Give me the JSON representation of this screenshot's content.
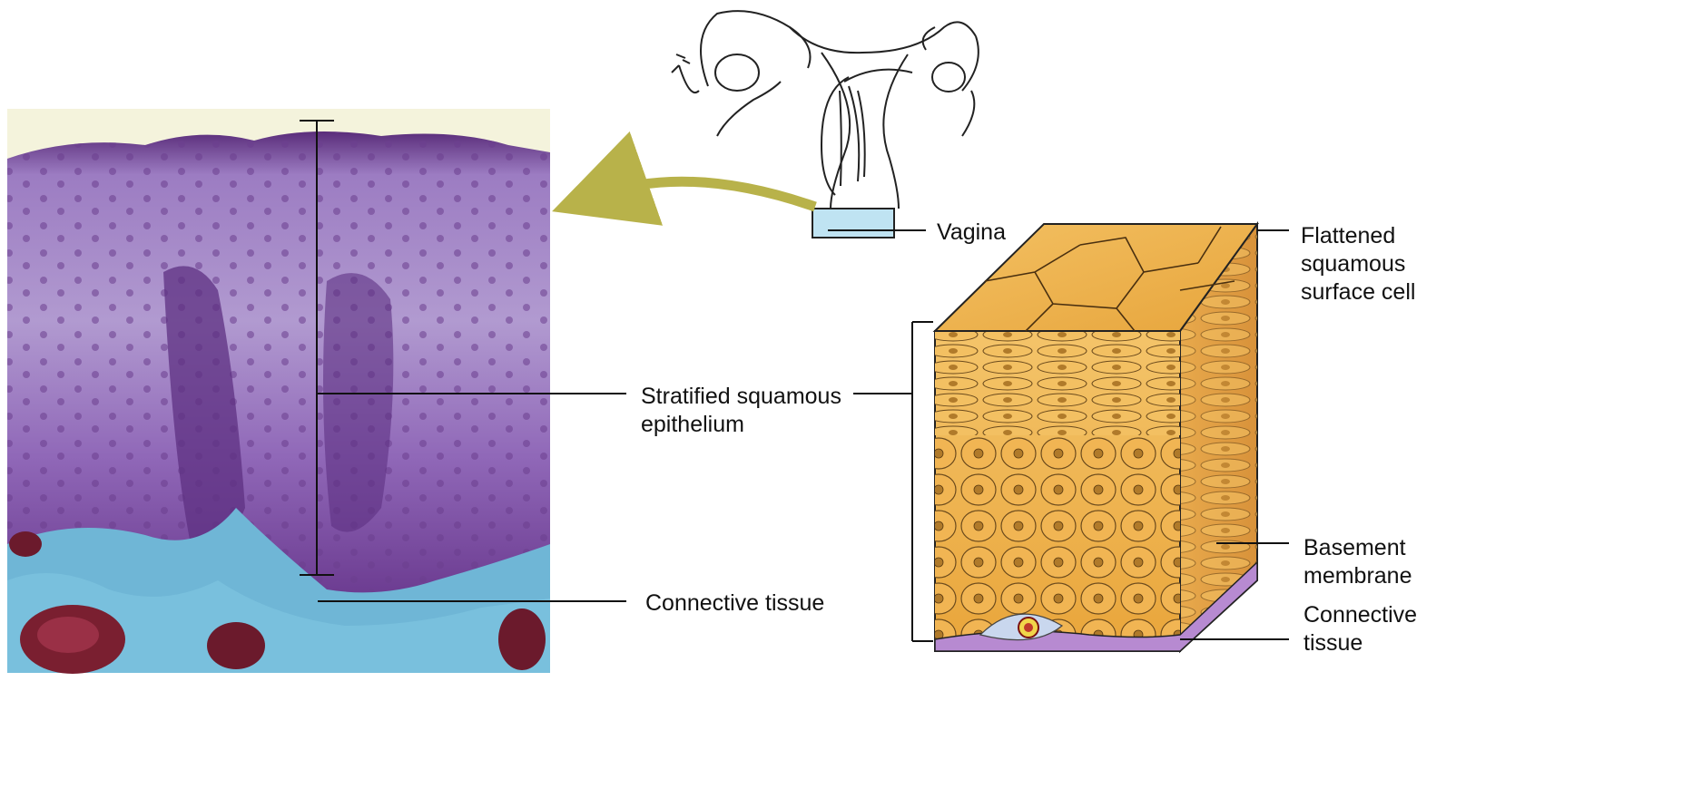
{
  "labels": {
    "vagina": "Vagina",
    "stratified": "Stratified squamous\nepithelium",
    "connective_left": "Connective tissue",
    "flattened": "Flattened\nsquamous\nsurface cell",
    "basement": "Basement\nmembrane",
    "connective_right": "Connective\ntissue"
  },
  "colors": {
    "tissue_purple": "#8a5bb0",
    "tissue_dark": "#5a2d7a",
    "connective_blue": "#6fb6d6",
    "cell_orange": "#efb24a",
    "cell_dark": "#c98a22",
    "arrow_green": "#b8b24a",
    "vagina_blue": "#bfe3f2"
  }
}
